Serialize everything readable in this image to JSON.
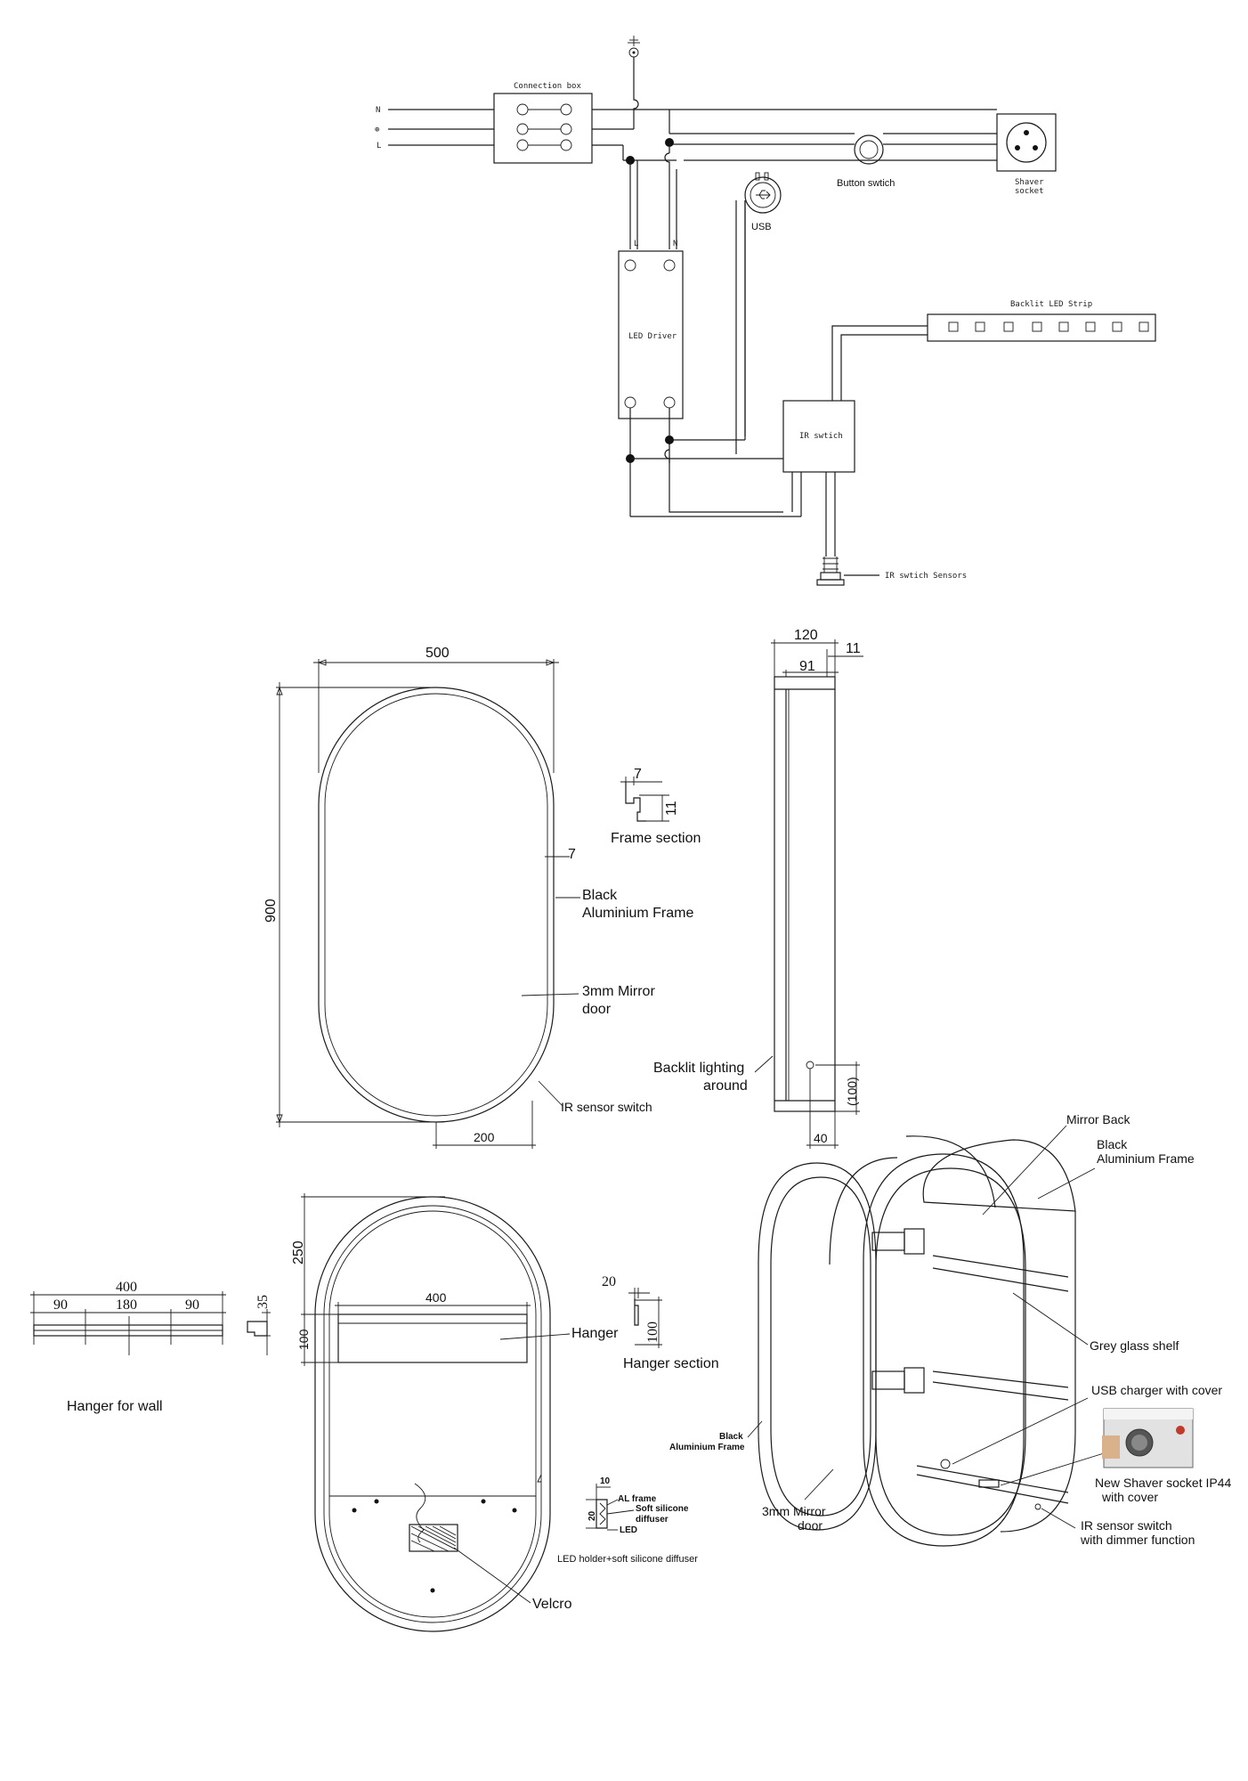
{
  "wiring": {
    "connection_box": "Connection box",
    "n_label": "N",
    "e_label": "⊕",
    "l_label": "L",
    "button_switch": "Button swtich",
    "shaver_socket_line1": "Shaver",
    "shaver_socket_line2": "socket",
    "usb": "USB",
    "driver_l": "L",
    "driver_n": "N",
    "led_driver": "LED Driver",
    "backlit_strip": "Backlit LED Strip",
    "ir_switch": "IR swtich",
    "ir_sensors": "IR swtich Sensors"
  },
  "front_view": {
    "width": "500",
    "height": "900",
    "frame_thk": "7",
    "black_line1": "Black",
    "black_line2": "Aluminium Frame",
    "mirror_line1": "3mm Mirror",
    "mirror_line2": "door",
    "ir_sensor": "IR sensor switch",
    "offset_200": "200"
  },
  "frame_section": {
    "dim_7": "7",
    "dim_11": "11",
    "label": "Frame section"
  },
  "side_view": {
    "depth": "120",
    "inner": "91",
    "lip": "11",
    "backlit_line1": "Backlit lighting",
    "backlit_line2": "around",
    "dim_100": "(100)",
    "dim_40": "40"
  },
  "hanger_wall": {
    "total": "400",
    "d1": "90",
    "d2": "180",
    "d3": "90",
    "height": "35",
    "label": "Hanger for wall"
  },
  "back_view": {
    "dim_250": "250",
    "dim_400": "400",
    "dim_100": "100",
    "hanger": "Hanger",
    "velcro": "Velcro",
    "led_holder": "LED holder+soft silicone diffuser",
    "d_10": "10",
    "d_20": "20",
    "al_frame": "AL frame",
    "soft1": "Soft silicone",
    "soft2": "diffuser",
    "led": "LED"
  },
  "hanger_section": {
    "d_20": "20",
    "d_100": "100",
    "label": "Hanger section"
  },
  "iso_view": {
    "mirror_back": "Mirror Back",
    "black1": "Black",
    "black2": "Aluminium Frame",
    "grey_shelf": "Grey glass shelf",
    "usb_charger": "USB charger with cover",
    "shaver1": "New Shaver socket IP44",
    "shaver2": "with cover",
    "ir1": "IR  sensor switch",
    "ir2": "with dimmer function",
    "black_left1": "Black",
    "black_left2": "Aluminium Frame",
    "mirror_door1": "3mm Mirror",
    "mirror_door2": "door"
  }
}
